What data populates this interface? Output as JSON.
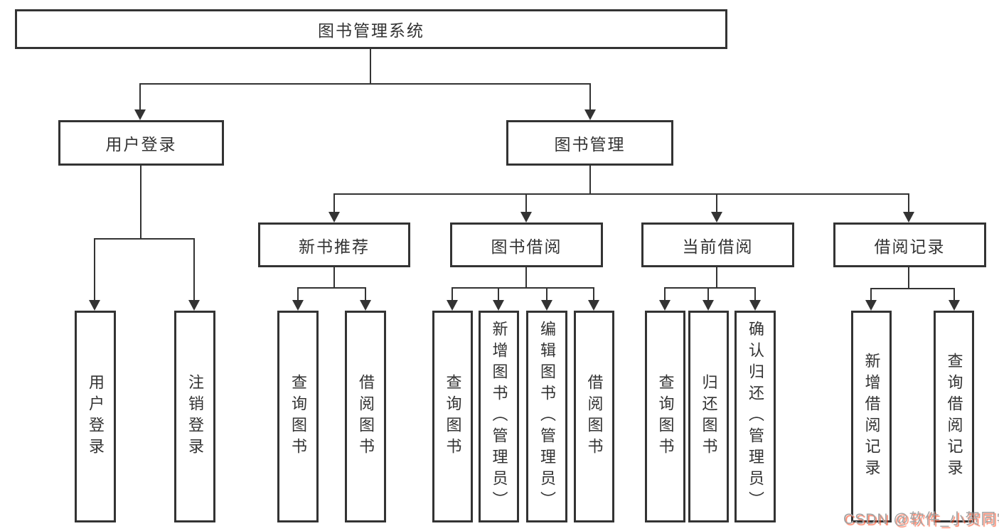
{
  "tree": {
    "root": "图书管理系统",
    "children": [
      {
        "label": "用户登录",
        "children": [
          {
            "label": "用户登录"
          },
          {
            "label": "注销登录"
          }
        ]
      },
      {
        "label": "图书管理",
        "children": [
          {
            "label": "新书推荐",
            "children": [
              {
                "label": "查询图书"
              },
              {
                "label": "借阅图书"
              }
            ]
          },
          {
            "label": "图书借阅",
            "children": [
              {
                "label": "查询图书"
              },
              {
                "label": "新增图书（管理员）"
              },
              {
                "label": "编辑图书（管理员）"
              },
              {
                "label": "借阅图书"
              }
            ]
          },
          {
            "label": "当前借阅",
            "children": [
              {
                "label": "查询图书"
              },
              {
                "label": "归还图书"
              },
              {
                "label": "确认归还（管理员）"
              }
            ]
          },
          {
            "label": "借阅记录",
            "children": [
              {
                "label": "新增借阅记录"
              },
              {
                "label": "查询借阅记录"
              }
            ]
          }
        ]
      }
    ]
  },
  "watermark": {
    "text": "CSDN @软件_小贺同学"
  },
  "colors": {
    "line": "#333333",
    "text": "#333333",
    "box_fill": "#ffffff",
    "background": "#ffffff",
    "watermark_gray": "#a3a3a3",
    "watermark_red": "#fc5531"
  }
}
